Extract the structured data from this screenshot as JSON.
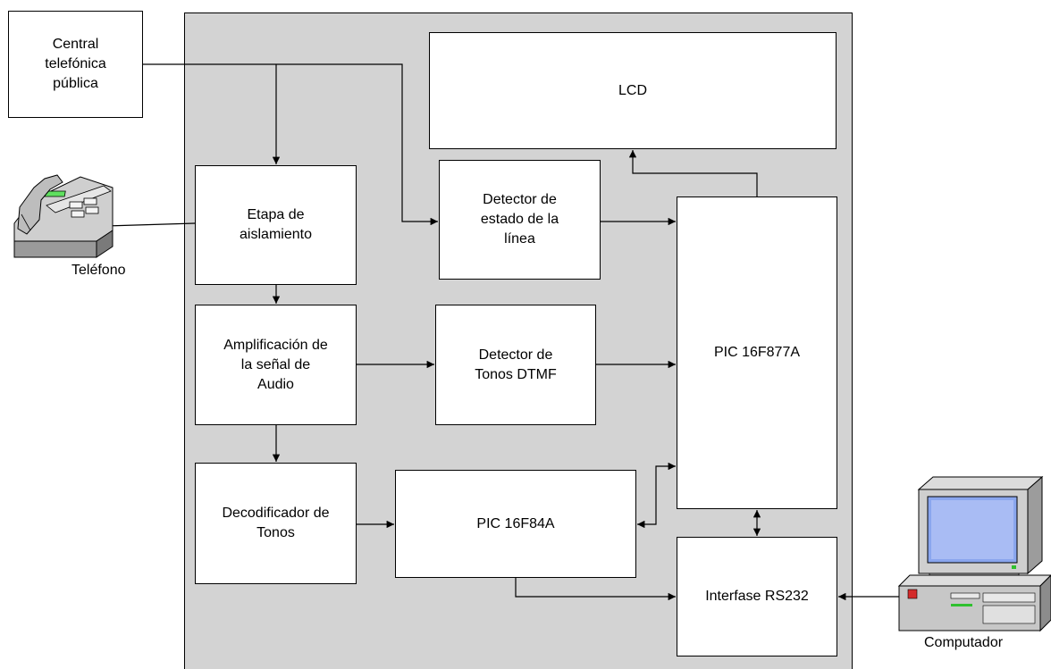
{
  "blocks": {
    "central": "Central\ntelefónica\npública",
    "lcd": "LCD",
    "aislamiento": "Etapa de\naislamiento",
    "detector_estado": "Detector de\nestado de la\nlínea",
    "amplificacion": "Amplificación de\nla señal de\nAudio",
    "detector_dtmf": "Detector de\nTonos DTMF",
    "pic877": "PIC 16F877A",
    "decodificador": "Decodificador de\nTonos",
    "pic84": "PIC 16F84A",
    "rs232": "Interfase RS232"
  },
  "labels": {
    "telefono": "Teléfono",
    "computador": "Computador"
  },
  "colors": {
    "panel": "#d3d3d3",
    "phone_display": "#5fe05f",
    "monitor_screen": "#8aa6ee"
  }
}
